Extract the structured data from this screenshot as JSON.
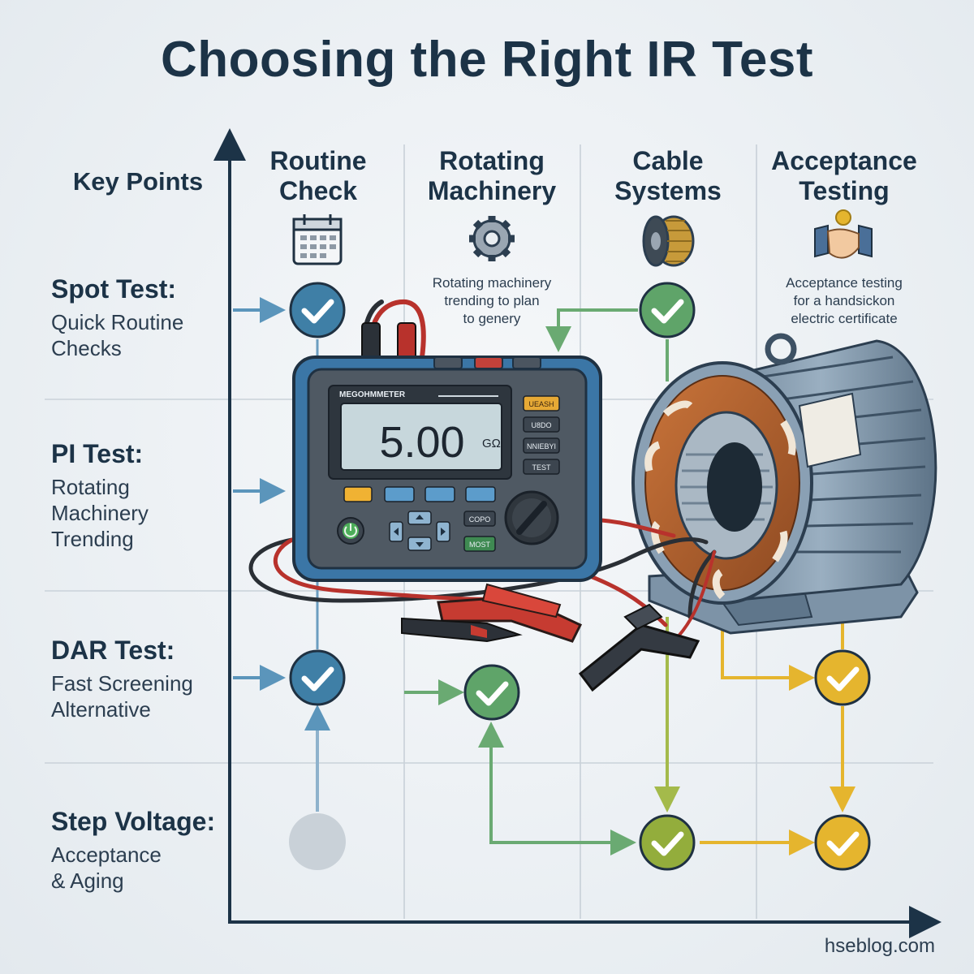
{
  "title": "Choosing the Right IR Test",
  "key_points_label": "Key Points",
  "columns": [
    {
      "label": "Routine\nCheck",
      "icon": "calendar-icon"
    },
    {
      "label": "Rotating\nMachinery",
      "icon": "gear-icon"
    },
    {
      "label": "Cable\nSystems",
      "icon": "cable-reel-icon"
    },
    {
      "label": "Acceptance\nTesting",
      "icon": "handshake-icon"
    }
  ],
  "rows": [
    {
      "title": "Spot Test:",
      "desc": "Quick Routine\nChecks"
    },
    {
      "title": "PI Test:",
      "desc": "Rotating\nMachinery\nTrending"
    },
    {
      "title": "DAR Test:",
      "desc": "Fast Screening\nAlternative"
    },
    {
      "title": "Step Voltage:",
      "desc": "Acceptance\n& Aging"
    }
  ],
  "notes": {
    "rotating": "Rotating machinery\ntrending to plan\nto genery",
    "acceptance": "Acceptance testing\nfor a handsickon\nelectric certificate"
  },
  "meter": {
    "brand": "MEGOHMMETER",
    "reading": "5.00",
    "unit": "GΩ",
    "buttons": [
      "UEASH",
      "U8DO",
      "NNIEBYI",
      "TEST"
    ],
    "small_buttons": [
      "COPO",
      "MOST"
    ]
  },
  "colors": {
    "blue": "#3f7fa6",
    "green": "#5fa469",
    "olive": "#93ad3c",
    "yellow": "#e5b52e",
    "grey": "#c9d1d8",
    "navy": "#1c3347"
  },
  "credit": "hseblog.com"
}
